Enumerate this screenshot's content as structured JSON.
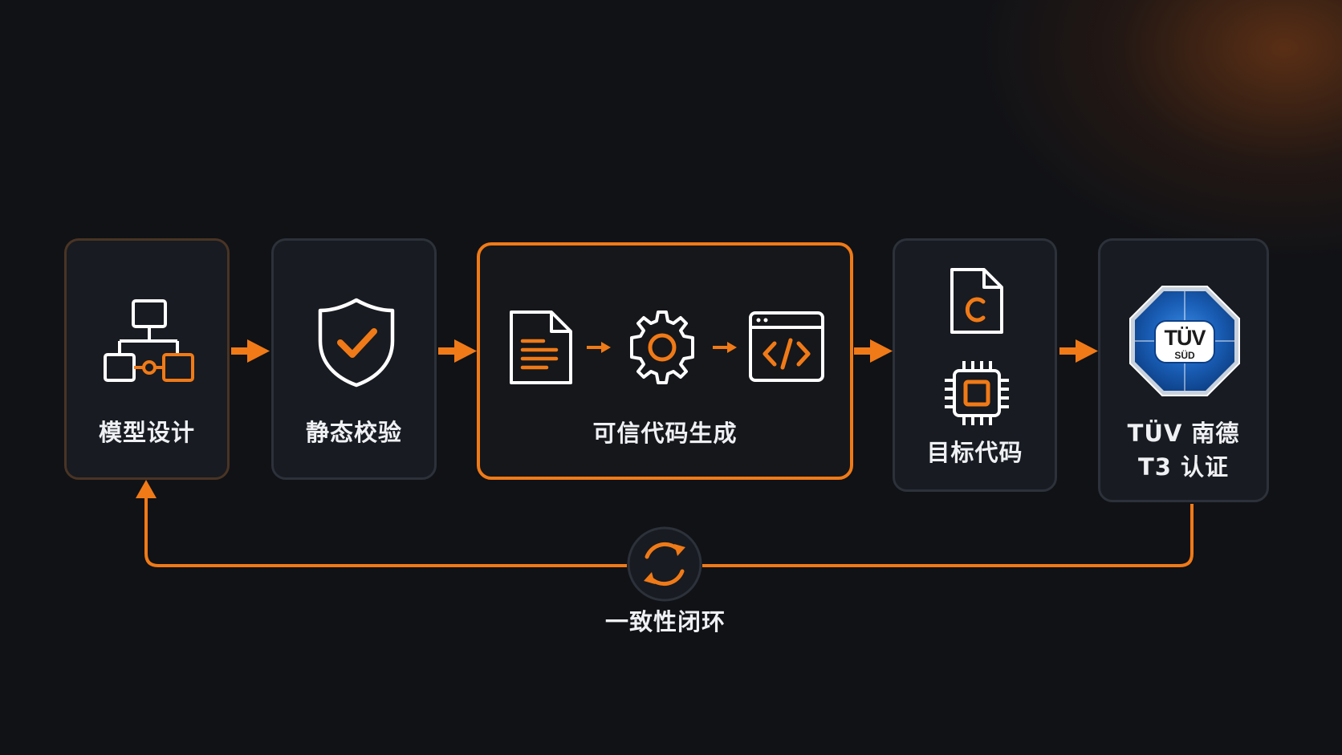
{
  "steps": [
    {
      "label": "模型设计",
      "icon": "flowchart-icon"
    },
    {
      "label": "静态校验",
      "icon": "shield-check-icon"
    },
    {
      "label": "可信代码生成",
      "icons": [
        "document-icon",
        "gear-icon",
        "code-window-icon"
      ]
    },
    {
      "label": "目标代码",
      "icons": [
        "c-file-icon",
        "chip-icon"
      ]
    },
    {
      "label_line1": "TÜV 南德",
      "label_line2": "T3 认证",
      "badge": {
        "line1": "TÜV",
        "line2": "SÜD"
      }
    }
  ],
  "loop": {
    "label": "一致性闭环",
    "icon": "refresh-icon"
  },
  "colors": {
    "accent": "#f07a17",
    "background": "#101216",
    "card": "#181b21",
    "card_border": "#2c313a",
    "text": "#eef0f3",
    "badge_blue": "#1a5fb8"
  }
}
